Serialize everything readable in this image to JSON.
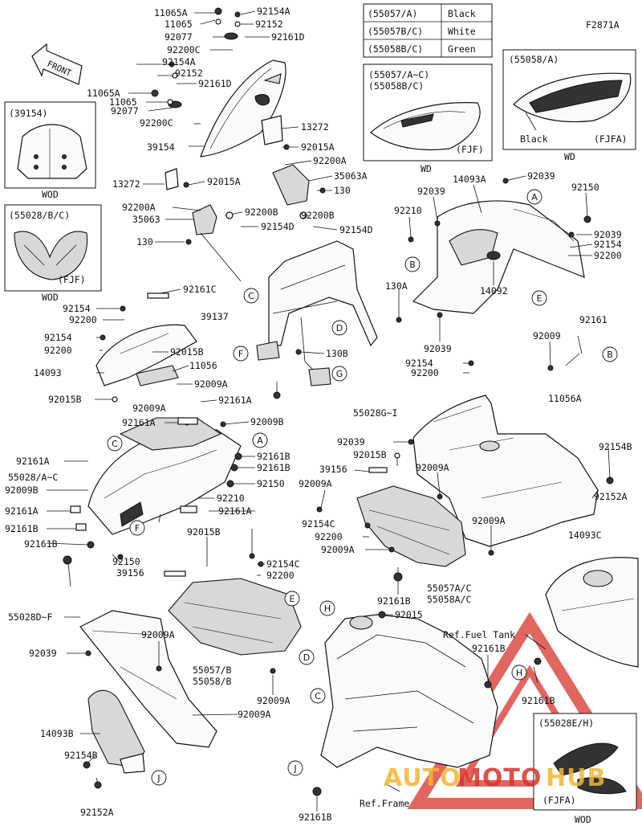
{
  "figure_code": "F2871A",
  "color_table": [
    {
      "code": "(55057/A)",
      "color": "Black"
    },
    {
      "code": "(55057B/C)",
      "color": "White"
    },
    {
      "code": "(55058B/C)",
      "color": "Green"
    }
  ],
  "insets": {
    "tank_fjf": {
      "codes": [
        "(55057/A~C)",
        "(55058B/C)"
      ],
      "note": "(FJF)",
      "caption": "WD"
    },
    "tank_fjfa": {
      "code": "(55058/A)",
      "color": "Black",
      "note": "(FJFA)",
      "caption": "WD"
    },
    "windshield": {
      "code": "(39154)",
      "caption": "WOD"
    },
    "front_cowl": {
      "code": "(55028/B/C)",
      "note": "(FJF)",
      "caption": "WOD"
    },
    "side_panel": {
      "code": "(55028E/H)",
      "note": "(FJFA)",
      "caption": "WOD"
    }
  },
  "front_label": "FRONT",
  "refs": {
    "fuel_tank": "Ref.Fuel Tank",
    "frame": "Ref.Frame"
  },
  "watermark": {
    "part1": "AUTO",
    "part2": "MOTO",
    "part3": "HUB",
    "color1": "#f2b632",
    "color2": "#d9342b"
  },
  "labels": [
    "11065A",
    "92154A",
    "11065",
    "92152",
    "92077",
    "92161D",
    "92200C",
    "92154A",
    "92152",
    "92161D",
    "11065A",
    "11065",
    "92077",
    "92200C",
    "13272",
    "39154",
    "92015A",
    "92200A",
    "35063A",
    "130",
    "13272",
    "92015A",
    "92200A",
    "92200B",
    "35063",
    "92200B",
    "92154D",
    "92154D",
    "130",
    "14093A",
    "92039",
    "92039",
    "92150",
    "92210",
    "92039",
    "92154",
    "92200",
    "14092",
    "39137",
    "130A",
    "130B",
    "92039",
    "92154",
    "92200",
    "92009",
    "92161",
    "11056A",
    "92161C",
    "92154",
    "92200",
    "92154",
    "92200",
    "92015B",
    "14093",
    "11056",
    "92009A",
    "92015B",
    "92161A",
    "92009A",
    "92161A",
    "92009B",
    "55028G~I",
    "92039",
    "92015B",
    "39156",
    "92009A",
    "92154B",
    "92161A",
    "92161B",
    "55028/A~C",
    "92161B",
    "92009B",
    "92150",
    "92009A",
    "92161A",
    "92210",
    "92161A",
    "92154C",
    "92200",
    "92009A",
    "14093C",
    "92152A",
    "92161B",
    "92015B",
    "92009A",
    "92150",
    "92161B",
    "55057A/C",
    "55058A/C",
    "92161B",
    "39156",
    "92154C",
    "92200",
    "92015",
    "55028D~F",
    "92039",
    "92009A",
    "55057/B",
    "55058/B",
    "92009A",
    "92161B",
    "92009A",
    "14093B",
    "92154B",
    "92152A",
    "92161B",
    "92161B"
  ],
  "circle_letters": [
    "A",
    "B",
    "C",
    "D",
    "E",
    "F",
    "G",
    "H",
    "J"
  ]
}
